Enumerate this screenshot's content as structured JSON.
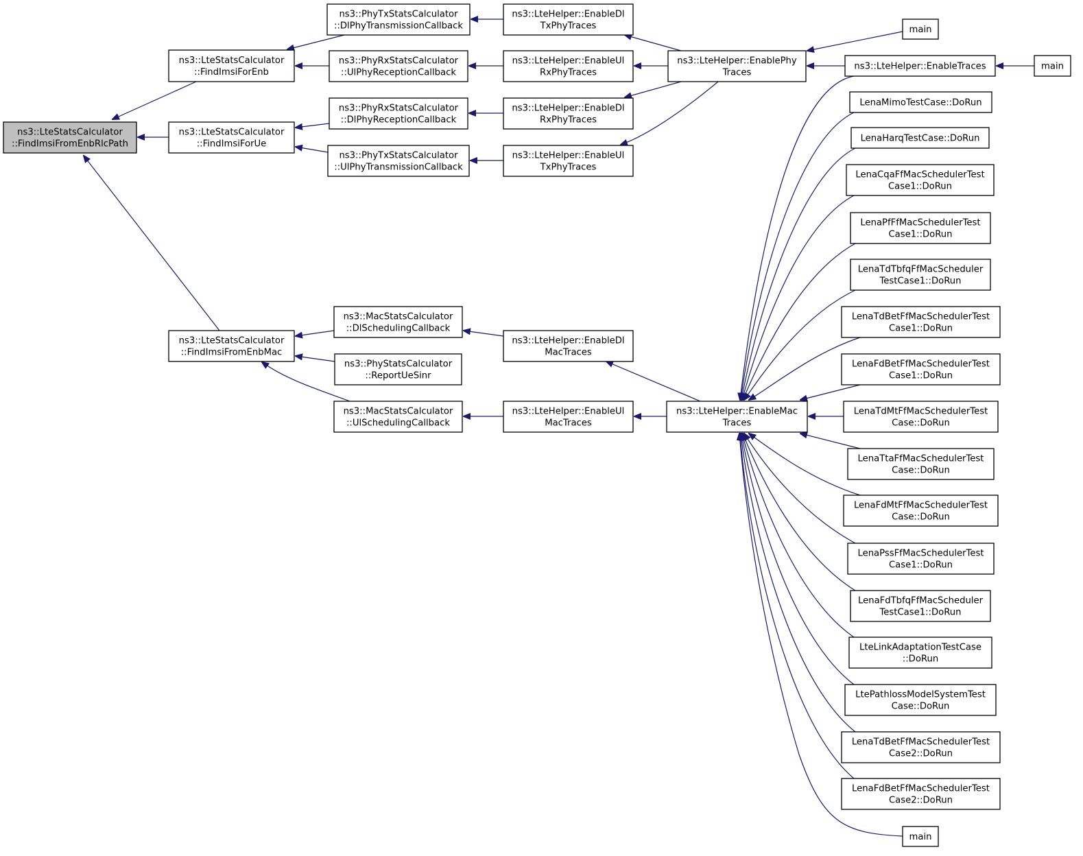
{
  "diagram": {
    "root": "findimsifromenbrlcpath",
    "colors": {
      "edge": "#191970",
      "root_fill": "#bfbfbf",
      "node_fill": "#ffffff",
      "border": "#000000"
    },
    "nodes": [
      {
        "id": "findimsifromenbrlcpath",
        "lines": [
          "ns3::LteStatsCalculator",
          "::FindImsiFromEnbRlcPath"
        ]
      },
      {
        "id": "findimsiforenb",
        "lines": [
          "ns3::LteStatsCalculator",
          "::FindImsiForEnb"
        ]
      },
      {
        "id": "findimsiforue",
        "lines": [
          "ns3::LteStatsCalculator",
          "::FindImsiForUe"
        ]
      },
      {
        "id": "findimsifromenbmac",
        "lines": [
          "ns3::LteStatsCalculator",
          "::FindImsiFromEnbMac"
        ]
      },
      {
        "id": "dlphytransmissioncallback",
        "lines": [
          "ns3::PhyTxStatsCalculator",
          "::DlPhyTransmissionCallback"
        ]
      },
      {
        "id": "ulphyreceptioncallback",
        "lines": [
          "ns3::PhyRxStatsCalculator",
          "::UlPhyReceptionCallback"
        ]
      },
      {
        "id": "dlphyreceptioncallback",
        "lines": [
          "ns3::PhyRxStatsCalculator",
          "::DlPhyReceptionCallback"
        ]
      },
      {
        "id": "ulphytransmissioncallback",
        "lines": [
          "ns3::PhyTxStatsCalculator",
          "::UlPhyTransmissionCallback"
        ]
      },
      {
        "id": "dlschedulingcallback",
        "lines": [
          "ns3::MacStatsCalculator",
          "::DlSchedulingCallback"
        ]
      },
      {
        "id": "reportuesinr",
        "lines": [
          "ns3::PhyStatsCalculator",
          "::ReportUeSinr"
        ]
      },
      {
        "id": "ulschedulingcallback",
        "lines": [
          "ns3::MacStatsCalculator",
          "::UlSchedulingCallback"
        ]
      },
      {
        "id": "enabledltxphytraces",
        "lines": [
          "ns3::LteHelper::EnableDl",
          "TxPhyTraces"
        ]
      },
      {
        "id": "enableulrxphytraces",
        "lines": [
          "ns3::LteHelper::EnableUl",
          "RxPhyTraces"
        ]
      },
      {
        "id": "enabledlrxphytraces",
        "lines": [
          "ns3::LteHelper::EnableDl",
          "RxPhyTraces"
        ]
      },
      {
        "id": "enableultxphytraces",
        "lines": [
          "ns3::LteHelper::EnableUl",
          "TxPhyTraces"
        ]
      },
      {
        "id": "enabledlmactraces",
        "lines": [
          "ns3::LteHelper::EnableDl",
          "MacTraces"
        ]
      },
      {
        "id": "enableulmactraces",
        "lines": [
          "ns3::LteHelper::EnableUl",
          "MacTraces"
        ]
      },
      {
        "id": "enablephytraces",
        "lines": [
          "ns3::LteHelper::EnablePhy",
          "Traces"
        ]
      },
      {
        "id": "enablemactraces",
        "lines": [
          "ns3::LteHelper::EnableMac",
          "Traces"
        ]
      },
      {
        "id": "main-top",
        "lines": [
          "main"
        ]
      },
      {
        "id": "enabletraces",
        "lines": [
          "ns3::LteHelper::EnableTraces"
        ]
      },
      {
        "id": "main-right",
        "lines": [
          "main"
        ]
      },
      {
        "id": "lenamimo",
        "lines": [
          "LenaMimoTestCase::DoRun"
        ]
      },
      {
        "id": "lenaharq",
        "lines": [
          "LenaHarqTestCase::DoRun"
        ]
      },
      {
        "id": "lenacqa",
        "lines": [
          "LenaCqaFfMacSchedulerTest",
          "Case1::DoRun"
        ]
      },
      {
        "id": "lenapf",
        "lines": [
          "LenaPfFfMacSchedulerTest",
          "Case1::DoRun"
        ]
      },
      {
        "id": "lenatdtbfq",
        "lines": [
          "LenaTdTbfqFfMacScheduler",
          "TestCase1::DoRun"
        ]
      },
      {
        "id": "lenatdbet1",
        "lines": [
          "LenaTdBetFfMacSchedulerTest",
          "Case1::DoRun"
        ]
      },
      {
        "id": "lenafdbet1",
        "lines": [
          "LenaFdBetFfMacSchedulerTest",
          "Case1::DoRun"
        ]
      },
      {
        "id": "lenatdmt",
        "lines": [
          "LenaTdMtFfMacSchedulerTest",
          "Case::DoRun"
        ]
      },
      {
        "id": "lenatta",
        "lines": [
          "LenaTtaFfMacSchedulerTest",
          "Case::DoRun"
        ]
      },
      {
        "id": "lenafdmt",
        "lines": [
          "LenaFdMtFfMacSchedulerTest",
          "Case::DoRun"
        ]
      },
      {
        "id": "lenapss",
        "lines": [
          "LenaPssFfMacSchedulerTest",
          "Case1::DoRun"
        ]
      },
      {
        "id": "lenafdtbfq",
        "lines": [
          "LenaFdTbfqFfMacScheduler",
          "TestCase1::DoRun"
        ]
      },
      {
        "id": "ltelinkadaptation",
        "lines": [
          "LteLinkAdaptationTestCase",
          "::DoRun"
        ]
      },
      {
        "id": "ltepathloss",
        "lines": [
          "LtePathlossModelSystemTest",
          "Case::DoRun"
        ]
      },
      {
        "id": "lenatdbet2",
        "lines": [
          "LenaTdBetFfMacSchedulerTest",
          "Case2::DoRun"
        ]
      },
      {
        "id": "lenafdbet2",
        "lines": [
          "LenaFdBetFfMacSchedulerTest",
          "Case2::DoRun"
        ]
      },
      {
        "id": "main-bottom",
        "lines": [
          "main"
        ]
      }
    ],
    "edges": [
      {
        "from": "findimsiforenb",
        "to": "findimsifromenbrlcpath"
      },
      {
        "from": "findimsiforue",
        "to": "findimsifromenbrlcpath"
      },
      {
        "from": "findimsifromenbmac",
        "to": "findimsifromenbrlcpath"
      },
      {
        "from": "dlphytransmissioncallback",
        "to": "findimsiforenb"
      },
      {
        "from": "ulphyreceptioncallback",
        "to": "findimsiforenb"
      },
      {
        "from": "dlphyreceptioncallback",
        "to": "findimsiforue"
      },
      {
        "from": "ulphytransmissioncallback",
        "to": "findimsiforue"
      },
      {
        "from": "dlschedulingcallback",
        "to": "findimsifromenbmac"
      },
      {
        "from": "reportuesinr",
        "to": "findimsifromenbmac"
      },
      {
        "from": "ulschedulingcallback",
        "to": "findimsifromenbmac"
      },
      {
        "from": "enabledltxphytraces",
        "to": "dlphytransmissioncallback"
      },
      {
        "from": "enableulrxphytraces",
        "to": "ulphyreceptioncallback"
      },
      {
        "from": "enabledlrxphytraces",
        "to": "dlphyreceptioncallback"
      },
      {
        "from": "enableultxphytraces",
        "to": "ulphytransmissioncallback"
      },
      {
        "from": "enabledlmactraces",
        "to": "dlschedulingcallback"
      },
      {
        "from": "enableulmactraces",
        "to": "ulschedulingcallback"
      },
      {
        "from": "enablephytraces",
        "to": "enabledltxphytraces"
      },
      {
        "from": "enablephytraces",
        "to": "enableulrxphytraces"
      },
      {
        "from": "enablephytraces",
        "to": "enabledlrxphytraces"
      },
      {
        "from": "enablephytraces",
        "to": "enableultxphytraces"
      },
      {
        "from": "enablemactraces",
        "to": "enabledlmactraces"
      },
      {
        "from": "enablemactraces",
        "to": "enableulmactraces"
      },
      {
        "from": "main-top",
        "to": "enablephytraces"
      },
      {
        "from": "enabletraces",
        "to": "enablephytraces"
      },
      {
        "from": "main-right",
        "to": "enabletraces"
      },
      {
        "from": "enabletraces",
        "to": "enablemactraces"
      },
      {
        "from": "lenamimo",
        "to": "enablemactraces"
      },
      {
        "from": "lenaharq",
        "to": "enablemactraces"
      },
      {
        "from": "lenacqa",
        "to": "enablemactraces"
      },
      {
        "from": "lenapf",
        "to": "enablemactraces"
      },
      {
        "from": "lenatdtbfq",
        "to": "enablemactraces"
      },
      {
        "from": "lenatdbet1",
        "to": "enablemactraces"
      },
      {
        "from": "lenafdbet1",
        "to": "enablemactraces"
      },
      {
        "from": "lenatdmt",
        "to": "enablemactraces"
      },
      {
        "from": "lenatta",
        "to": "enablemactraces"
      },
      {
        "from": "lenafdmt",
        "to": "enablemactraces"
      },
      {
        "from": "lenapss",
        "to": "enablemactraces"
      },
      {
        "from": "lenafdtbfq",
        "to": "enablemactraces"
      },
      {
        "from": "ltelinkadaptation",
        "to": "enablemactraces"
      },
      {
        "from": "ltepathloss",
        "to": "enablemactraces"
      },
      {
        "from": "lenatdbet2",
        "to": "enablemactraces"
      },
      {
        "from": "lenafdbet2",
        "to": "enablemactraces"
      },
      {
        "from": "main-bottom",
        "to": "enablemactraces"
      }
    ]
  }
}
